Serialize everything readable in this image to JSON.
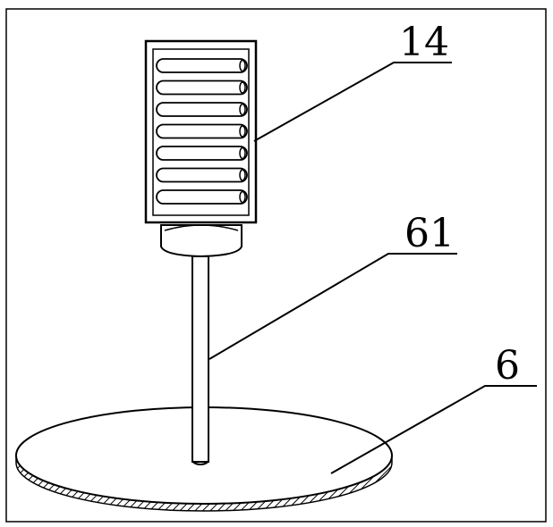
{
  "labels": {
    "fan_assembly": "14",
    "support_rod": "61",
    "base_disc": "6"
  },
  "colors": {
    "line": "#000000",
    "background": "#ffffff"
  }
}
